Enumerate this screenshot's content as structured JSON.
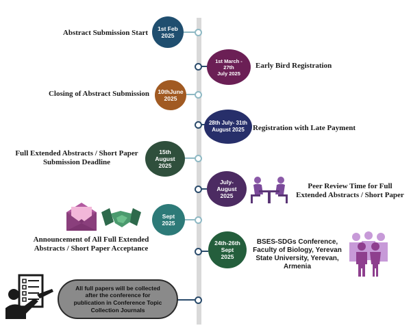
{
  "colors": {
    "navy": "#1f4e6f",
    "plum": "#6b1f55",
    "brown": "#a15a22",
    "indigo": "#272f6a",
    "forest": "#2f4f3c",
    "purple": "#4c2b62",
    "teal": "#2d7a78",
    "darkgreen": "#245e3c"
  },
  "events": [
    {
      "date_lines": [
        "1st Feb",
        "2025"
      ],
      "label": "Abstract Submission Start"
    },
    {
      "date_lines": [
        "1st March - 27th",
        "July 2025"
      ],
      "label": "Early Bird Registration"
    },
    {
      "date_lines": [
        "10thJune",
        "2025"
      ],
      "label": "Closing of Abstract Submission"
    },
    {
      "date_lines": [
        "28th July- 31th",
        "August 2025"
      ],
      "label": "Registration with Late Payment"
    },
    {
      "date_lines": [
        "15th",
        "August",
        "2025"
      ],
      "label_lines": [
        "Full Extended Abstracts / Short Paper",
        "Submission Deadline"
      ]
    },
    {
      "date_lines": [
        "July-",
        "August",
        "2025"
      ],
      "label_lines": [
        "Peer Review Time for Full",
        "Extended Abstracts / Short Paper"
      ]
    },
    {
      "date_lines": [
        "Sept",
        "2025"
      ],
      "label_lines": [
        "Announcement of All  Full Extended",
        "Abstracts / Short Paper Acceptance"
      ]
    },
    {
      "date_lines": [
        "24th-26th",
        "Sept",
        "2025"
      ],
      "label_lines": [
        "BSES-SDGs Conference,",
        "Faculty of Biology, Yerevan",
        "State University, Yerevan,",
        "Armenia"
      ]
    }
  ],
  "final_note": {
    "lines": [
      "All full papers will be collected",
      "after the conference for",
      "publication in Conference Topic",
      "Collection Journals"
    ]
  },
  "icons": {
    "envelope": "envelope-icon",
    "handshake": "handshake-icon",
    "meeting": "meeting-icon",
    "people": "group-people-icon",
    "checklist": "checklist-person-icon"
  }
}
